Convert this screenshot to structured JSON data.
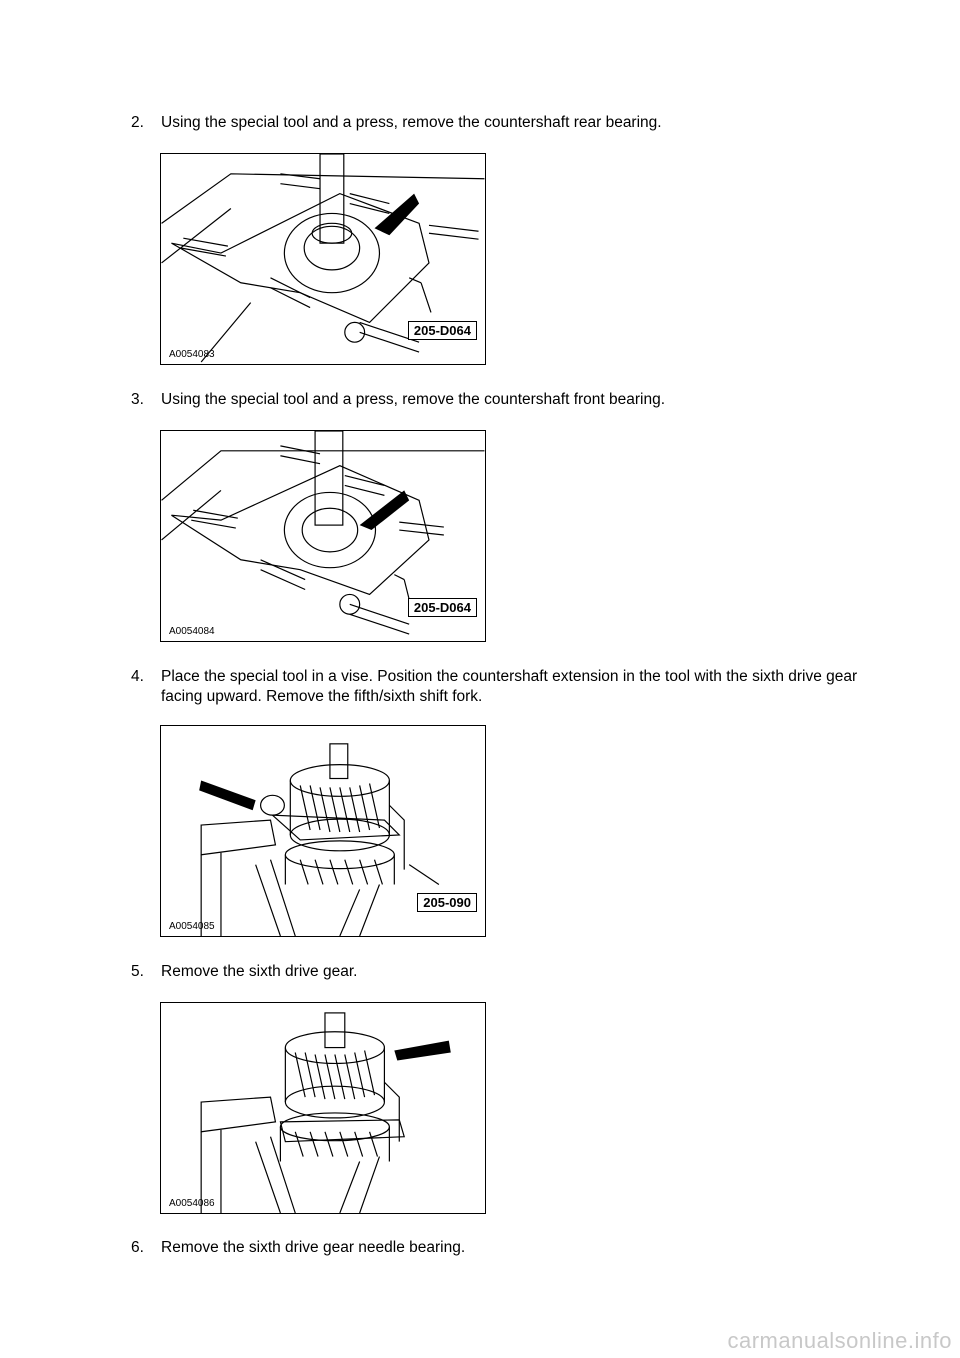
{
  "steps": [
    {
      "num": "2.",
      "text": "Using the special tool and a press, remove the countershaft rear bearing."
    },
    {
      "num": "3.",
      "text": "Using the special tool and a press, remove the countershaft front bearing."
    },
    {
      "num": "4.",
      "text": "Place the special tool in a vise. Position the countershaft extension in the tool with the sixth drive gear facing upward. Remove the fifth/sixth shift fork."
    },
    {
      "num": "5.",
      "text": "Remove the sixth drive gear."
    },
    {
      "num": "6.",
      "text": "Remove the sixth drive gear needle bearing."
    }
  ],
  "figures": [
    {
      "id": "A0054083",
      "tool": "205-D064"
    },
    {
      "id": "A0054084",
      "tool": "205-D064"
    },
    {
      "id": "A0054085",
      "tool": "205-090"
    },
    {
      "id": "A0054086"
    }
  ],
  "watermark": "carmanualsonline.info"
}
